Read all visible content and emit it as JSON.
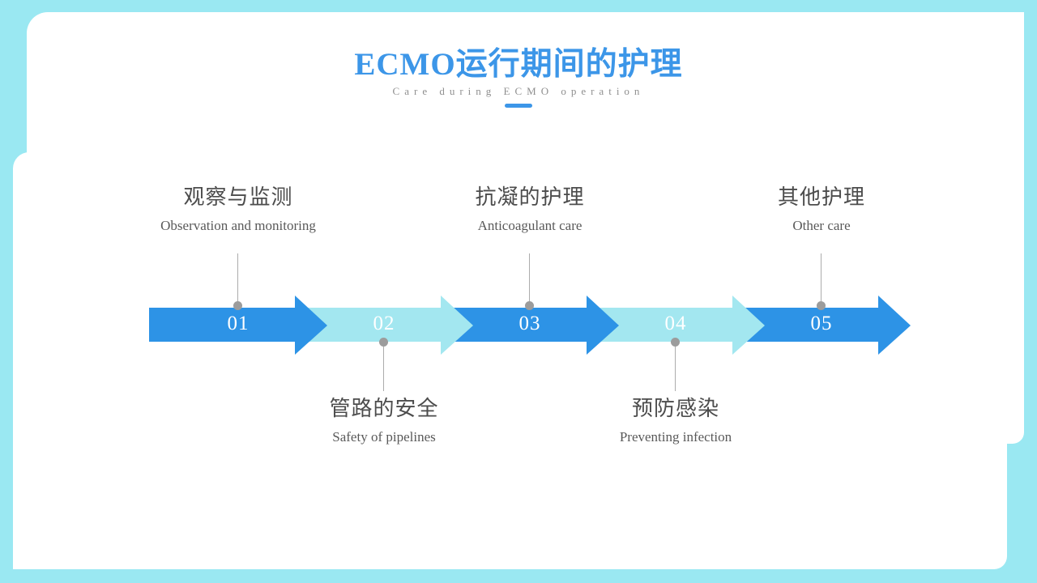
{
  "slide": {
    "title": "ECMO运行期间的护理",
    "subtitle": "Care during ECMO operation",
    "colors": {
      "background_cyan": "#9AE8F2",
      "panel_white": "#FFFFFF",
      "title_blue": "#3C96E8",
      "arrow_dark_blue": "#2D93E6",
      "arrow_light_cyan": "#A3E7F0",
      "label_text_dark": "#4C4C4C",
      "label_text_gray": "#595959",
      "connector_gray": "#9C9C9C"
    },
    "timeline": {
      "steps": [
        {
          "number": "01",
          "label_zh": "观察与监测",
          "label_en": "Observation and monitoring",
          "tone": "dark",
          "label_position": "above"
        },
        {
          "number": "02",
          "label_zh": "管路的安全",
          "label_en": "Safety of pipelines",
          "tone": "light",
          "label_position": "below"
        },
        {
          "number": "03",
          "label_zh": "抗凝的护理",
          "label_en": "Anticoagulant care",
          "tone": "dark",
          "label_position": "above"
        },
        {
          "number": "04",
          "label_zh": "预防感染",
          "label_en": "Preventing infection",
          "tone": "light",
          "label_position": "below"
        },
        {
          "number": "05",
          "label_zh": "其他护理",
          "label_en": "Other care",
          "tone": "dark",
          "label_position": "above"
        }
      ]
    }
  }
}
